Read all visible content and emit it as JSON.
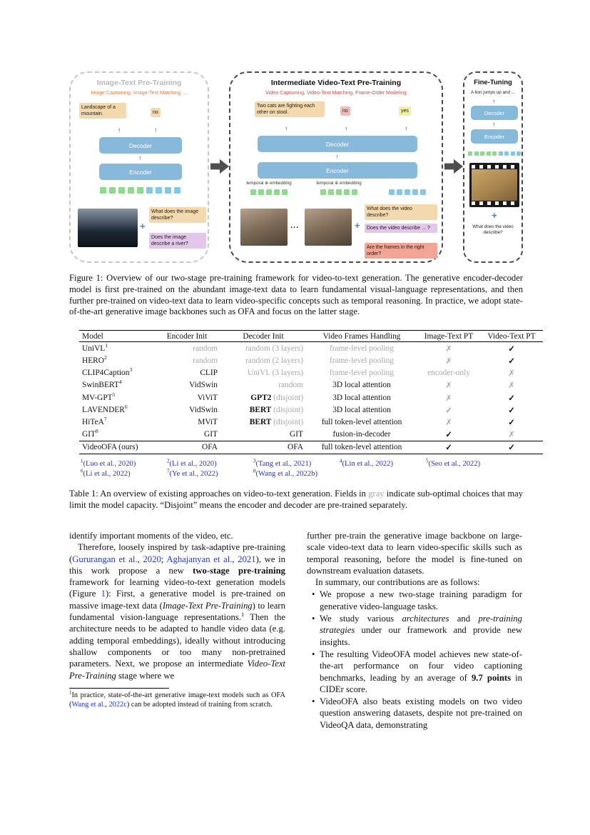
{
  "colors": {
    "citation_blue": "#2333dd",
    "gray_text": "#a8a8a8",
    "encoder_decoder_blue": "#86b9da",
    "token_green": "#8bdb8b",
    "token_blue": "#82c7e8",
    "chip_tan": "#f3d9ad",
    "chip_purple": "#e2c7ea",
    "chip_pink": "#f6b9b4",
    "chip_yellow": "#f4f0a0",
    "chip_salmon": "#f2a495",
    "subtitle_orange": "#e0793a",
    "subtitle_red": "#e64040"
  },
  "figure": {
    "panel1": {
      "title": "Image-Text Pre-Training",
      "subtitle": "Image Captioning, Image-Text Matching, ...",
      "output_caption": "Landscape of a mountain.",
      "output_no": "no",
      "decoder_label": "Decoder",
      "encoder_label": "Encoder",
      "plus": "+",
      "q1": "What does the image describe?",
      "q2": "Does the image describe a river?"
    },
    "panel2": {
      "title": "Intermediate Video-Text Pre-Training",
      "subtitle": "Video Captioning, Video-Text Matching, Frame-Order Modeling",
      "output_caption": "Two cats are fighting each other on stool.",
      "output_no": "no",
      "output_yes": "yes",
      "decoder_label": "Decoder",
      "encoder_label": "Encoder",
      "temporal_label": "temporal ⊕ embedding",
      "ellipsis": "...",
      "plus": "+",
      "q1": "What does the video describe?",
      "q2": "Does the video describe ... ?",
      "q3": "Are the frames in the right order?"
    },
    "panel3": {
      "title": "Fine-Tuning",
      "output_caption": "A lion jumps up and ...",
      "decoder_label": "Decoder",
      "encoder_label": "Encoder",
      "plus": "+",
      "q1": "What does the video describe?"
    }
  },
  "figure_caption": "Figure 1: Overview of our two-stage pre-training framework for video-to-text generation. The generative encoder-decoder model is first pre-trained on the abundant image-text data to learn fundamental visual-language representations, and then further pre-trained on video-text data to learn video-specific concepts such as temporal reasoning. In practice, we adopt state-of-the-art generative image backbones such as OFA and focus on the latter stage.",
  "table": {
    "headers": [
      "Model",
      "Encoder Init",
      "Decoder Init",
      "Video Frames Handling",
      "Image-Text PT",
      "Video-Text PT"
    ],
    "rows": [
      {
        "cells": [
          [
            {
              "t": "UniVL"
            },
            {
              "t": "1",
              "s": "sup"
            }
          ],
          [
            {
              "t": "random",
              "s": "gray"
            }
          ],
          [
            {
              "t": "random (3 layers)",
              "s": "gray"
            }
          ],
          [
            {
              "t": "frame-level pooling",
              "s": "gray"
            }
          ],
          [
            {
              "t": "✗",
              "s": "x"
            }
          ],
          [
            {
              "t": "✓",
              "s": "check"
            }
          ]
        ]
      },
      {
        "cells": [
          [
            {
              "t": "HERO"
            },
            {
              "t": "2",
              "s": "sup"
            }
          ],
          [
            {
              "t": "random",
              "s": "gray"
            }
          ],
          [
            {
              "t": "random (2 layers)",
              "s": "gray"
            }
          ],
          [
            {
              "t": "frame-level pooling",
              "s": "gray"
            }
          ],
          [
            {
              "t": "✗",
              "s": "x"
            }
          ],
          [
            {
              "t": "✓",
              "s": "check"
            }
          ]
        ]
      },
      {
        "cells": [
          [
            {
              "t": "CLIP4Caption"
            },
            {
              "t": "3",
              "s": "sup"
            }
          ],
          [
            {
              "t": "CLIP"
            }
          ],
          [
            {
              "t": "UniVL (3 layers)",
              "s": "gray"
            }
          ],
          [
            {
              "t": "frame-level pooling",
              "s": "gray"
            }
          ],
          [
            {
              "t": "encoder-only",
              "s": "gray"
            }
          ],
          [
            {
              "t": "✗",
              "s": "x"
            }
          ]
        ]
      },
      {
        "cells": [
          [
            {
              "t": "SwinBERT"
            },
            {
              "t": "4",
              "s": "sup"
            }
          ],
          [
            {
              "t": "VidSwin"
            }
          ],
          [
            {
              "t": "random",
              "s": "gray"
            }
          ],
          [
            {
              "t": "3D local attention"
            }
          ],
          [
            {
              "t": "✗",
              "s": "x"
            }
          ],
          [
            {
              "t": "✗",
              "s": "x"
            }
          ]
        ]
      },
      {
        "cells": [
          [
            {
              "t": "MV-GPT"
            },
            {
              "t": "5",
              "s": "sup"
            }
          ],
          [
            {
              "t": "ViViT"
            }
          ],
          [
            {
              "t": "GPT2",
              "s": "b"
            },
            {
              "t": " (disjoint)",
              "s": "gray"
            }
          ],
          [
            {
              "t": "3D local attention"
            }
          ],
          [
            {
              "t": "✗",
              "s": "x"
            }
          ],
          [
            {
              "t": "✓",
              "s": "check"
            }
          ]
        ]
      },
      {
        "cells": [
          [
            {
              "t": "LAVENDER"
            },
            {
              "t": "6",
              "s": "sup"
            }
          ],
          [
            {
              "t": "VidSwin"
            }
          ],
          [
            {
              "t": "BERT",
              "s": "b"
            },
            {
              "t": " (disjoint)",
              "s": "gray"
            }
          ],
          [
            {
              "t": "3D local attention"
            }
          ],
          [
            {
              "t": "✓",
              "s": "checkgray"
            }
          ],
          [
            {
              "t": "✓",
              "s": "check"
            }
          ]
        ]
      },
      {
        "cells": [
          [
            {
              "t": "HiTeA"
            },
            {
              "t": "7",
              "s": "sup"
            }
          ],
          [
            {
              "t": "MViT"
            }
          ],
          [
            {
              "t": "BERT",
              "s": "b"
            },
            {
              "t": " (disjoint)",
              "s": "gray"
            }
          ],
          [
            {
              "t": "full token-level attention"
            }
          ],
          [
            {
              "t": "✗",
              "s": "x"
            }
          ],
          [
            {
              "t": "✓",
              "s": "check"
            }
          ]
        ]
      },
      {
        "cells": [
          [
            {
              "t": "GIT"
            },
            {
              "t": "8",
              "s": "sup"
            }
          ],
          [
            {
              "t": "GIT"
            }
          ],
          [
            {
              "t": "GIT"
            }
          ],
          [
            {
              "t": "fusion-in-decoder"
            }
          ],
          [
            {
              "t": "✓",
              "s": "check"
            }
          ],
          [
            {
              "t": "✗",
              "s": "x"
            }
          ]
        ]
      },
      {
        "rule_above": true,
        "cells": [
          [
            {
              "t": "VideoOFA (ours)"
            }
          ],
          [
            {
              "t": "OFA"
            }
          ],
          [
            {
              "t": "OFA"
            }
          ],
          [
            {
              "t": "full token-level attention"
            }
          ],
          [
            {
              "t": "✓",
              "s": "check"
            }
          ],
          [
            {
              "t": "✓",
              "s": "check"
            }
          ]
        ]
      }
    ],
    "footnotes": [
      [
        {
          "t": "1",
          "s": "sup"
        },
        {
          "t": "(Luo et al., 2020)",
          "s": "cite"
        }
      ],
      [
        {
          "t": "2",
          "s": "sup"
        },
        {
          "t": "(Li et al., 2020)",
          "s": "cite"
        }
      ],
      [
        {
          "t": "3",
          "s": "sup"
        },
        {
          "t": "(Tang et al., 2021)",
          "s": "cite"
        }
      ],
      [
        {
          "t": "4",
          "s": "sup"
        },
        {
          "t": "(Lin et al., 2022)",
          "s": "cite"
        }
      ],
      [
        {
          "t": "5",
          "s": "sup"
        },
        {
          "t": "(Seo et al., 2022)",
          "s": "cite"
        }
      ],
      [
        {
          "t": "6",
          "s": "sup"
        },
        {
          "t": "(Li et al., 2022)",
          "s": "cite"
        }
      ],
      [
        {
          "t": "7",
          "s": "sup"
        },
        {
          "t": "(Ye et al., 2022)",
          "s": "cite"
        }
      ],
      [
        {
          "t": "8",
          "s": "sup"
        },
        {
          "t": "(Wang et al., 2022b)",
          "s": "cite"
        }
      ]
    ]
  },
  "table_caption": [
    {
      "t": "Table 1:  An overview of existing approaches on video-to-text generation.  Fields in "
    },
    {
      "t": "gray",
      "s": "gray"
    },
    {
      "t": " indicate sub-optimal choices that may limit the model capacity. “Disjoint” means the encoder and decoder are pre-trained separately."
    }
  ],
  "body": {
    "left": {
      "p1": [
        {
          "t": "identify important moments of the video, etc."
        }
      ],
      "p2": [
        {
          "t": "Therefore, loosely inspired by task-adaptive pre-training ("
        },
        {
          "t": "Gururangan et al.",
          "s": "cite"
        },
        {
          "t": ", "
        },
        {
          "t": "2020",
          "s": "cite"
        },
        {
          "t": "; "
        },
        {
          "t": "Aghajanyan et al.",
          "s": "cite"
        },
        {
          "t": ", "
        },
        {
          "t": "2021",
          "s": "cite"
        },
        {
          "t": "), we in this work propose a new "
        },
        {
          "t": "two-stage pre-training",
          "s": "b"
        },
        {
          "t": " framework for learning video-to-text generation models (Figure "
        },
        {
          "t": "1",
          "s": "cite"
        },
        {
          "t": "): First, a generative model is pre-trained on massive image-text data ("
        },
        {
          "t": "Image-Text Pre-Training",
          "s": "i"
        },
        {
          "t": ") to learn fundamental vision-language representations."
        },
        {
          "t": "1",
          "s": "sup"
        },
        {
          "t": " Then the architecture needs to be adapted to handle video data (e.g. adding temporal embeddings), ideally without introducing shallow components or too many non-pretrained parameters. Next, we propose an intermediate "
        },
        {
          "t": "Video-Text Pre-Training",
          "s": "i"
        },
        {
          "t": " stage where we"
        }
      ],
      "footnote": [
        {
          "t": "1",
          "s": "sup"
        },
        {
          "t": "In practice, state-of-the-art generative image-text models such as OFA ("
        },
        {
          "t": "Wang et al.",
          "s": "cite"
        },
        {
          "t": ", "
        },
        {
          "t": "2022c",
          "s": "cite"
        },
        {
          "t": ") can be adopted instead of training from scratch."
        }
      ]
    },
    "right": {
      "p1": [
        {
          "t": "further pre-train the generative image backbone on large-scale video-text data to learn video-specific skills such as temporal reasoning, before the model is fine-tuned on downstream evaluation datasets."
        }
      ],
      "p2": [
        {
          "t": "In summary, our contributions are as follows:"
        }
      ],
      "bullets": [
        [
          {
            "t": "We propose a new two-stage training paradigm for generative video-language tasks."
          }
        ],
        [
          {
            "t": "We study various "
          },
          {
            "t": "architectures",
            "s": "i"
          },
          {
            "t": " and "
          },
          {
            "t": "pre-training strategies",
            "s": "i"
          },
          {
            "t": " under our framework and provide new insights."
          }
        ],
        [
          {
            "t": "The resulting VideoOFA model achieves new state-of-the-art performance on four video captioning benchmarks, leading by an average of "
          },
          {
            "t": "9.7 points",
            "s": "b"
          },
          {
            "t": " in CIDEr score."
          }
        ],
        [
          {
            "t": "VideoOFA also beats existing models on two video question answering datasets, despite not pre-trained on VideoQA data, demonstrating"
          }
        ]
      ]
    }
  }
}
